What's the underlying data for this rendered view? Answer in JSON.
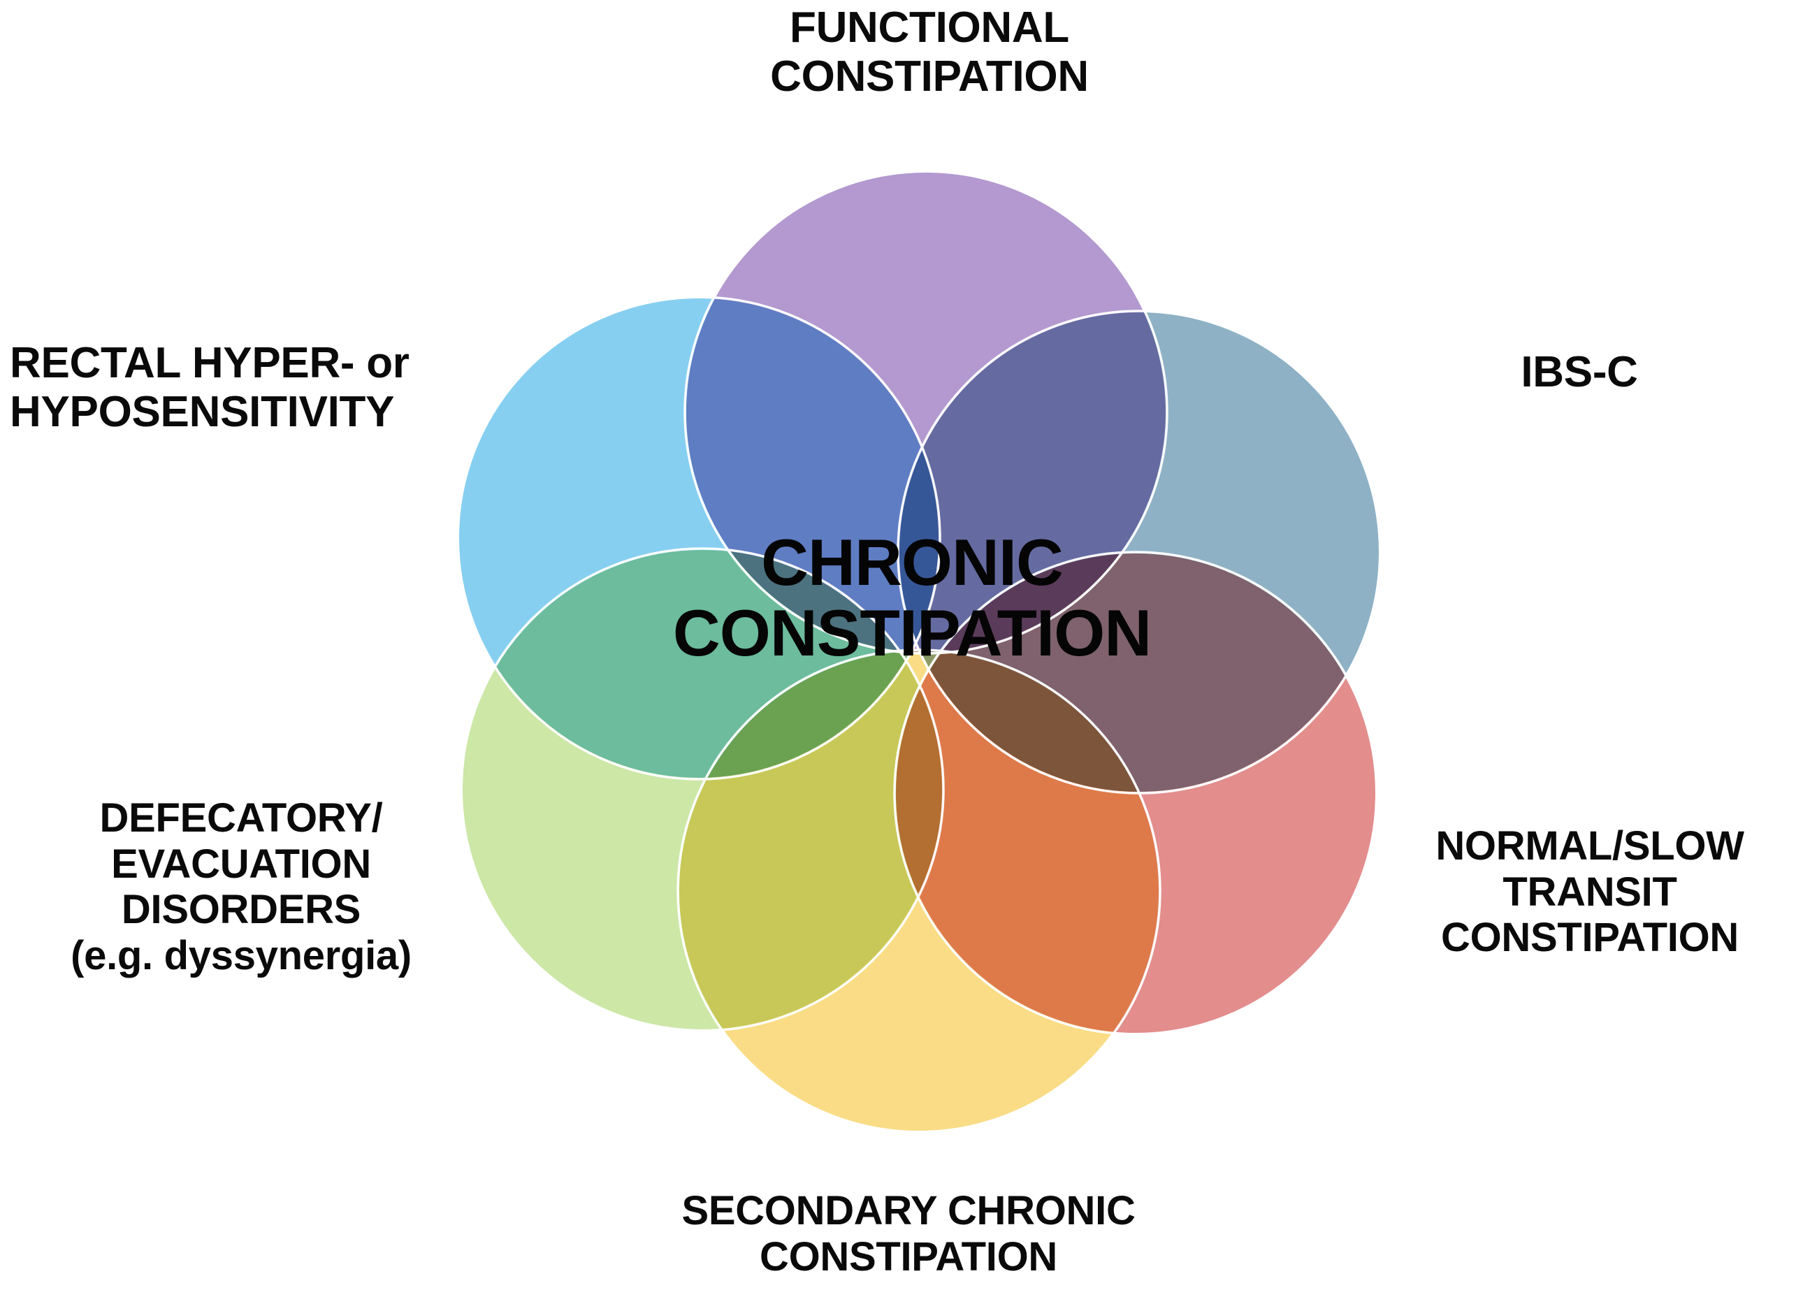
{
  "diagram": {
    "type": "venn",
    "title": "Chronic Constipation overlapping subtypes Venn diagram",
    "center_label": "CHRONIC\nCONSTIPATION",
    "background_color": "#FFFFFF",
    "stroke_color": "#FFFFFF",
    "text_color": "#0A0A0A",
    "sets": [
      {
        "id": "functional-constipation",
        "label": "FUNCTIONAL\nCONSTIPATION",
        "color": "#A98BC8",
        "position": "top"
      },
      {
        "id": "rectal-sensitivity",
        "label": "RECTAL HYPER- or\nHYPOSENSITIVITY",
        "color": "#6BC5ED",
        "position": "upper-left"
      },
      {
        "id": "ibs-c",
        "label": "IBS-C",
        "color": "#82A8BF",
        "position": "upper-right"
      },
      {
        "id": "defecatory-disorders",
        "label": "DEFECATORY/\nEVACUATION\nDISORDERS\n(e.g. dyssynergia)",
        "color": "#C5E49A",
        "position": "lower-left"
      },
      {
        "id": "normal-slow-transit",
        "label": "NORMAL/SLOW\nTRANSIT\nCONSTIPATION",
        "color": "#DE7A7A",
        "position": "lower-right"
      },
      {
        "id": "secondary-chronic",
        "label": "SECONDARY CHRONIC\nCONSTIPATION",
        "color": "#F8D878",
        "position": "bottom"
      }
    ]
  }
}
